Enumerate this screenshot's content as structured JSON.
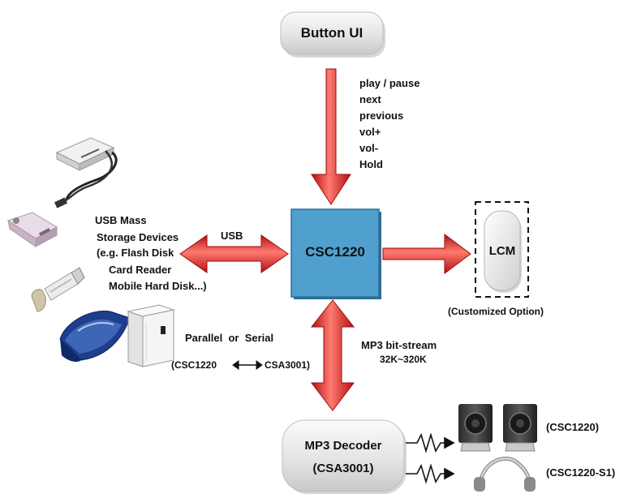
{
  "nodes": {
    "button_ui": "Button UI",
    "processor": "CSC1220",
    "lcm": "LCM",
    "lcm_note": "(Customized Option)",
    "decoder_line1": "MP3 Decoder",
    "decoder_line2": "(CSA3001)"
  },
  "button_commands": [
    "play / pause",
    "next",
    "previous",
    "vol+",
    "vol-",
    "Hold"
  ],
  "usb": {
    "link_label": "USB",
    "devices_lines": [
      "USB Mass",
      "Storage Devices",
      "(e.g. Flash Disk",
      "Card Reader",
      "Mobile Hard Disk...)"
    ]
  },
  "bus": {
    "mode": "Parallel  or  Serial",
    "left_chip": "(CSC1220",
    "right_chip": "CSA3001)"
  },
  "stream": {
    "label": "MP3 bit-stream",
    "rate": "32K~320K"
  },
  "outputs": {
    "speakers": "(CSC1220)",
    "headphones": "(CSC1220-S1)"
  },
  "colors": {
    "arrow": "#e8282a",
    "chip": "#4fa0cf",
    "node": "#e6e6e6"
  },
  "icons": [
    "card-reader-icon",
    "mini-reader-icon",
    "flash-drive-icon",
    "external-drive-icon",
    "hard-disk-enclosure-icon",
    "speakers-icon",
    "headphones-icon"
  ]
}
